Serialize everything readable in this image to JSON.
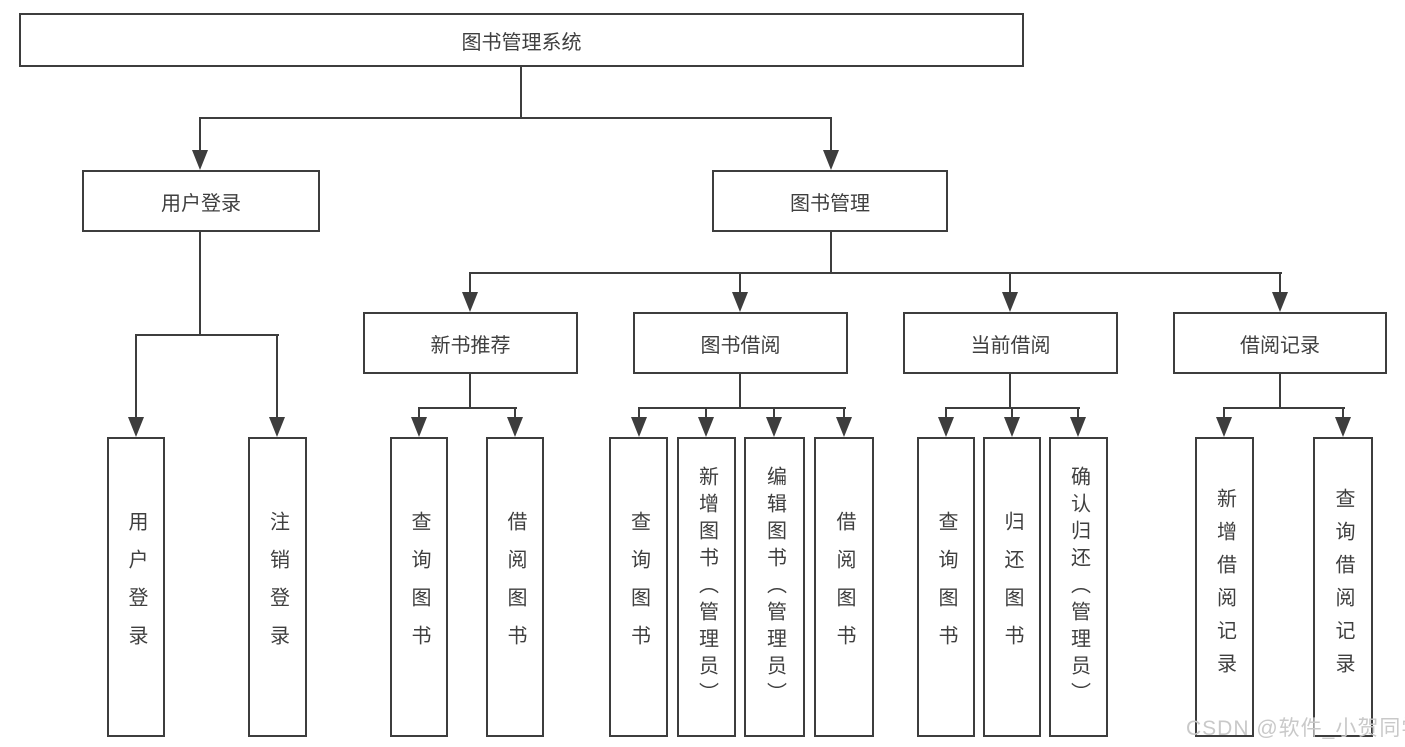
{
  "diagram": {
    "type": "hierarchy-tree",
    "colors": {
      "line": "#3d3d3d",
      "text": "#3f3f3f",
      "background": "#ffffff",
      "watermark": "#c9c9c9"
    },
    "nodes": {
      "root": {
        "label": "图书管理系统"
      },
      "user_login": {
        "label": "用户登录"
      },
      "book_mgmt": {
        "label": "图书管理"
      },
      "new_book_rec": {
        "label": "新书推荐"
      },
      "book_borrow": {
        "label": "图书借阅"
      },
      "current_borrow": {
        "label": "当前借阅"
      },
      "borrow_record": {
        "label": "借阅记录"
      },
      "leaf_user_login": {
        "label": "用户登录"
      },
      "leaf_logout": {
        "label": "注销登录"
      },
      "rec_query_book": {
        "label": "查询图书"
      },
      "rec_borrow_book": {
        "label": "借阅图书"
      },
      "bor_query_book": {
        "label": "查询图书"
      },
      "bor_add_book": {
        "label": "新增图书（管理员）"
      },
      "bor_edit_book": {
        "label": "编辑图书（管理员）"
      },
      "bor_borrow_book": {
        "label": "借阅图书"
      },
      "cur_query_book": {
        "label": "查询图书"
      },
      "cur_return_book": {
        "label": "归还图书"
      },
      "cur_confirm_return": {
        "label": "确认归还（管理员）"
      },
      "log_add_record": {
        "label": "新增借阅记录"
      },
      "log_query_record": {
        "label": "查询借阅记录"
      }
    },
    "watermark": "CSDN @软件_小贺同学"
  }
}
